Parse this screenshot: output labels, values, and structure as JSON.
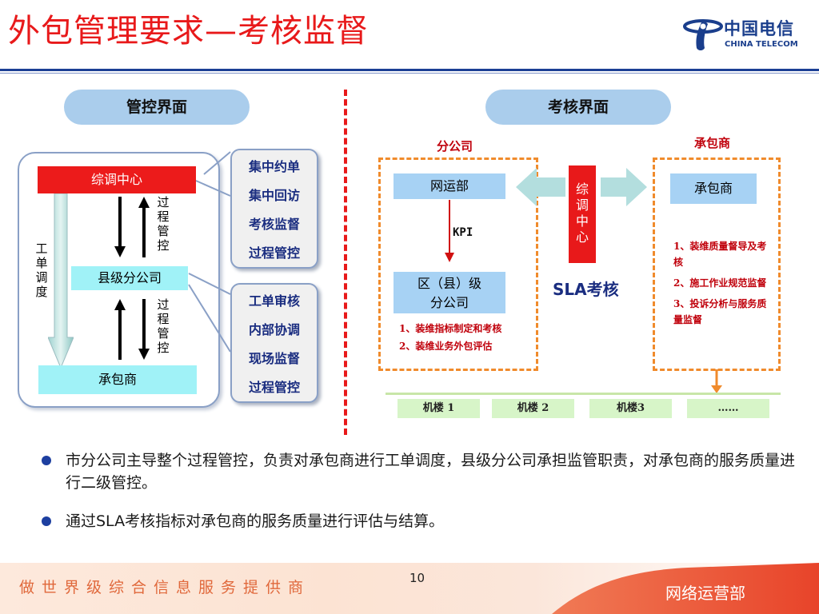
{
  "header": {
    "title": "外包管理要求—考核监督",
    "logo_cn": "中国电信",
    "logo_en": "CHINA TELECOM"
  },
  "left": {
    "pill": "管控界面",
    "center_label": "综调中心",
    "county_label": "县级分公司",
    "contractor_label": "承包商",
    "dispatch_vertical": [
      "工",
      "单",
      "调",
      "度"
    ],
    "process_control_top": [
      "过",
      "程",
      "管",
      "控"
    ],
    "process_control_bottom": [
      "过",
      "程",
      "管",
      "控"
    ],
    "bubble_top": [
      "集中约单",
      "集中回访",
      "考核监督",
      "过程管控"
    ],
    "bubble_bottom": [
      "工单审核",
      "内部协调",
      "现场监督",
      "过程管控"
    ]
  },
  "right": {
    "pill": "考核界面",
    "branch_title": "分公司",
    "contractor_title": "承包商",
    "net_ops": "网运部",
    "kpi": "KPI",
    "district": "区（县）级\n分公司",
    "branch_items": [
      "1、装维指标制定和考核",
      "2、装维业务外包评估"
    ],
    "center_vertical": [
      "综",
      "调",
      "中",
      "心"
    ],
    "sla": "SLA考核",
    "contractor_box": "承包商",
    "contractor_items": [
      "1、装维质量督导及考核",
      "2、施工作业规范监督",
      "3、投诉分析与服务质量监督"
    ],
    "machines": [
      "机楼 1",
      "机楼 2",
      "机楼3",
      "……"
    ]
  },
  "bullets": [
    "市分公司主导整个过程管控，负责对承包商进行工单调度，县级分公司承担监管职责，对承包商的服务质量进行二级管控。",
    "通过SLA考核指标对承包商的服务质量进行评估与结算。"
  ],
  "footer": {
    "slogan": "做世界级综合信息服务提供商",
    "page": "10",
    "dept": "网络运营部"
  },
  "colors": {
    "title_red": "#e8191a",
    "navy": "#1c3f95",
    "orange_dash": "#f08b2c",
    "pill_blue": "#aacdec"
  }
}
